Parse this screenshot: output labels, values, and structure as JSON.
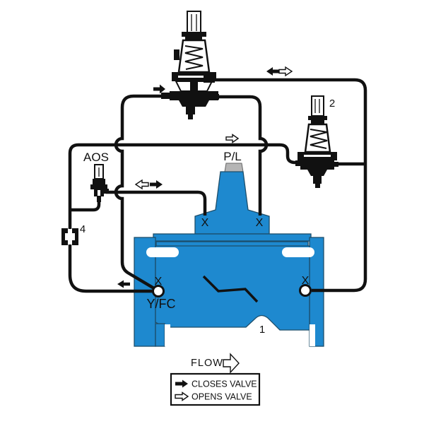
{
  "labels": {
    "aos": "AOS",
    "pressure_line": "P/L",
    "y_fc": "Y/FC",
    "port_x": "X",
    "main_valve_number": "1",
    "pilot_2_number": "2",
    "fitting_4_number": "4"
  },
  "flow": {
    "label": "FLOW"
  },
  "legend": {
    "closes": "CLOSES VALVE",
    "opens": "OPENS VALVE"
  },
  "colors": {
    "valve_blue": "#1E89CF",
    "valve_outline": "#1D4E6B",
    "cap_gray": "#B5B5B5",
    "line": "#111111"
  }
}
